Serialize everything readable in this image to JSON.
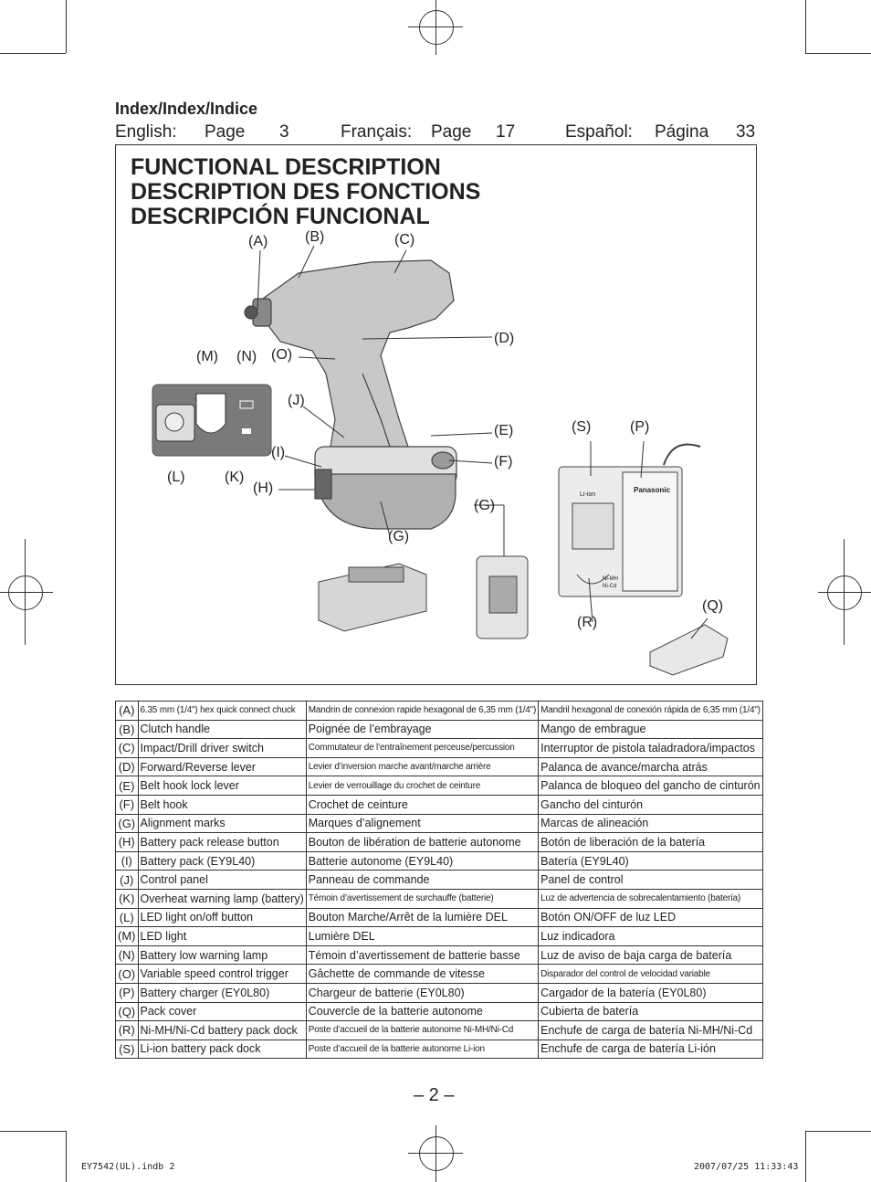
{
  "index": {
    "heading": "Index/Index/Indice",
    "english_label": "English:",
    "english_page_word": "Page",
    "english_page": "3",
    "french_label": "Français:",
    "french_page_word": "Page",
    "french_page": "17",
    "spanish_label": "Español:",
    "spanish_page_word": "Página",
    "spanish_page": "33"
  },
  "figure": {
    "title_en": "FUNCTIONAL DESCRIPTION",
    "title_fr": "DESCRIPTION DES FONCTIONS",
    "title_es": "DESCRIPCIÓN FUNCIONAL",
    "callouts": {
      "A": "(A)",
      "B": "(B)",
      "C": "(C)",
      "D": "(D)",
      "E": "(E)",
      "F": "(F)",
      "G1": "(G)",
      "G2": "(G)",
      "H": "(H)",
      "I": "(I)",
      "J": "(J)",
      "K": "(K)",
      "L": "(L)",
      "M": "(M)",
      "N": "(N)",
      "O": "(O)",
      "P": "(P)",
      "Q": "(Q)",
      "R": "(R)",
      "S": "(S)"
    },
    "charger_labels": {
      "brand": "Panasonic",
      "li_ion": "Li-ion",
      "nimh": "Ni-MH",
      "nicd": "Ni-Cd"
    }
  },
  "parts_table": [
    {
      "key": "(A)",
      "en": "6.35 mm (1/4\") hex quick connect chuck",
      "fr": "Mandrin de connexion rapide hexagonal de 6,35 mm (1/4\")",
      "es": "Mandril hexagonal de conexión rápida de 6,35 mm (1/4\")"
    },
    {
      "key": "(B)",
      "en": "Clutch handle",
      "fr": "Poignée de l’embrayage",
      "es": "Mango de embrague"
    },
    {
      "key": "(C)",
      "en": "Impact/Drill driver switch",
      "fr": "Commutateur de l’entraînement perceuse/percussion",
      "es": "Interruptor de pistola taladradora/impactos"
    },
    {
      "key": "(D)",
      "en": "Forward/Reverse lever",
      "fr": "Levier d’inversion marche avant/marche arrière",
      "es": "Palanca de avance/marcha atrás"
    },
    {
      "key": "(E)",
      "en": "Belt hook lock lever",
      "fr": "Levier de verrouillage du crochet de ceinture",
      "es": "Palanca de bloqueo del gancho de cinturón"
    },
    {
      "key": "(F)",
      "en": "Belt hook",
      "fr": "Crochet de ceinture",
      "es": "Gancho del cinturón"
    },
    {
      "key": "(G)",
      "en": "Alignment marks",
      "fr": "Marques d’alignement",
      "es": "Marcas de alineación"
    },
    {
      "key": "(H)",
      "en": "Battery pack release button",
      "fr": "Bouton de libération de batterie autonome",
      "es": "Botón de liberación de la batería"
    },
    {
      "key": "(I)",
      "en": "Battery pack (EY9L40)",
      "fr": "Batterie autonome (EY9L40)",
      "es": "Batería (EY9L40)"
    },
    {
      "key": "(J)",
      "en": "Control panel",
      "fr": "Panneau de commande",
      "es": "Panel de control"
    },
    {
      "key": "(K)",
      "en": "Overheat warning lamp (battery)",
      "fr": "Témoin d’avertissement de surchauffe (batterie)",
      "es": "Luz de advertencia de sobrecalentamiento (batería)"
    },
    {
      "key": "(L)",
      "en": "LED light on/off button",
      "fr": "Bouton Marche/Arrêt de la lumière DEL",
      "es": "Botón ON/OFF de luz LED"
    },
    {
      "key": "(M)",
      "en": "LED light",
      "fr": "Lumière DEL",
      "es": "Luz indicadora"
    },
    {
      "key": "(N)",
      "en": "Battery low warning lamp",
      "fr": "Témoin d’avertissement de batterie basse",
      "es": "Luz de aviso de baja carga de batería"
    },
    {
      "key": "(O)",
      "en": "Variable speed control trigger",
      "fr": "Gâchette de commande de vitesse",
      "es": "Disparador del control de velocidad variable"
    },
    {
      "key": "(P)",
      "en": "Battery charger (EY0L80)",
      "fr": "Chargeur de batterie (EY0L80)",
      "es": "Cargador de la batería (EY0L80)"
    },
    {
      "key": "(Q)",
      "en": "Pack cover",
      "fr": "Couvercle de la batterie autonome",
      "es": "Cubierta de batería"
    },
    {
      "key": "(R)",
      "en": "Ni-MH/Ni-Cd battery pack dock",
      "fr": "Poste d’accueil de la batterie autonome Ni-MH/Ni-Cd",
      "es": "Enchufe de carga de batería Ni-MH/Ni-Cd"
    },
    {
      "key": "(S)",
      "en": "Li-ion battery pack dock",
      "fr": "Poste d’accueil de la batterie autonome Li-ion",
      "es": "Enchufe de carga de batería Li-ión"
    }
  ],
  "page_number": "– 2 –",
  "footer": {
    "file": "EY7542(UL).indb   2",
    "timestamp": "2007/07/25   11:33:43"
  }
}
